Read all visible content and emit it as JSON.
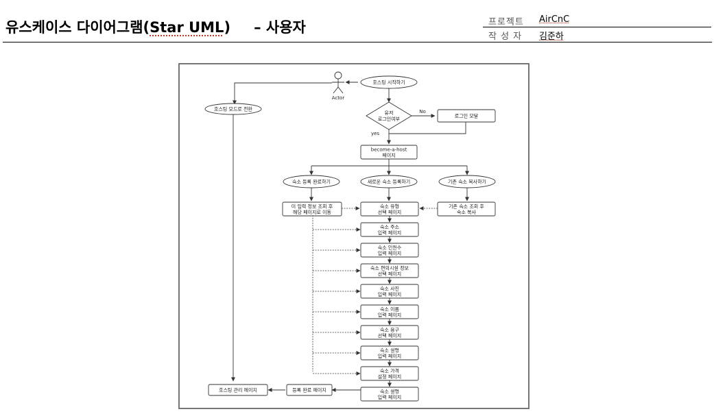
{
  "header": {
    "title_part1": "유스케이스 다이어그램(",
    "title_en": "Star UML",
    "title_part2": ")",
    "title_suffix": "– 사용자",
    "project_label": "프로젝트",
    "project_value": "AirCnC",
    "author_label": "작 성 자",
    "author_value": "김준하"
  },
  "diagram": {
    "actor": "Actor",
    "hosting_start": "호스팅 시작하기",
    "hosting_mode": "호스팅 모드로 전환",
    "decision": [
      "유저",
      "로그인여부"
    ],
    "no": "No",
    "yes": "yes",
    "login_modal": "로그인 모달",
    "become_host": [
      "become-a-host",
      "페이지"
    ],
    "branch_complete": "숙소 등록 완료하기",
    "branch_new": "새로운 숙소 등록하기",
    "branch_copy": "기존 숙소 복사하기",
    "incomplete_box": [
      "미 입력 정보 조회 후",
      "해당 페이지로 이동"
    ],
    "copy_box": [
      "기존 숙소 조회 후",
      "숙소 복사"
    ],
    "steps": [
      [
        "숙소 유형",
        "선택 페이지"
      ],
      [
        "숙소 주소",
        "입력 페이지"
      ],
      [
        "숙소 인원수",
        "입력 페이지"
      ],
      [
        "숙소 편의시설 정보",
        "선택 페이지"
      ],
      [
        "숙소 사진",
        "입력 페이지"
      ],
      [
        "숙소 이름",
        "입력 페이지"
      ],
      [
        "숙소 용구",
        "선택 페이지"
      ],
      [
        "숙소 설명",
        "입력 페이지"
      ],
      [
        "숙소 가격",
        "설정 페이지"
      ],
      [
        "숙소 설명",
        "입력 페이지"
      ]
    ],
    "registration_done": "등록 완료 페이지",
    "hosting_manage": "호스팅 관리 페이지"
  }
}
